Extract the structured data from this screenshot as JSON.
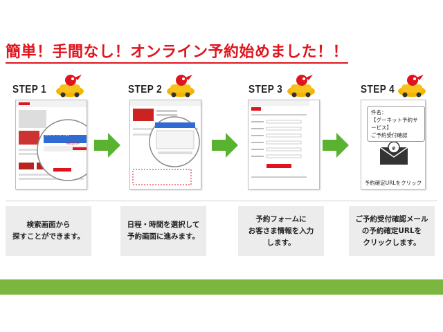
{
  "title": "簡単！手間なし！オンライン予約始めました！！",
  "steps": [
    {
      "label": "STEP 1",
      "description": "検索画面から\n探すことができます。"
    },
    {
      "label": "STEP 2",
      "description": "日程・時間を選択して\n予約画面に進みます。"
    },
    {
      "label": "STEP 3",
      "description": "予約フォームに\nお客さま情報を入力\nします。"
    },
    {
      "label": "STEP 4",
      "description": "ご予約受付確認メール\nの予約確定URLを\nクリックします。"
    }
  ],
  "step1_shot": {
    "badge": "オンライン予約",
    "button": "予約受付中"
  },
  "step4_shot": {
    "mail_text": "件名：\n【グーネット予約サービス】\nご予約受付確認",
    "link_label": "予約確定URLをクリック"
  },
  "colors": {
    "title": "#e0141e",
    "arrow": "#59b330",
    "bar": "#7ab640",
    "desc_bg": "#ececec"
  }
}
